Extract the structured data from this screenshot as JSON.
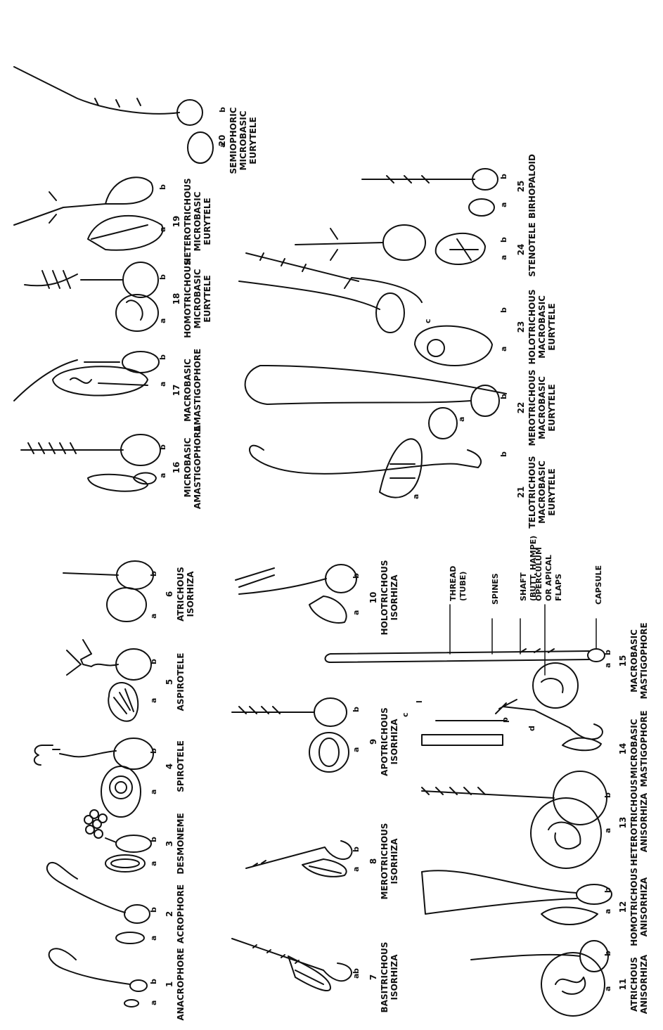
{
  "figure": {
    "labels": [
      {
        "id": "t1",
        "number": "1",
        "lines": [
          "ANACROPHORE"
        ]
      },
      {
        "id": "t2",
        "number": "2",
        "lines": [
          "ACROPHORE"
        ]
      },
      {
        "id": "t3",
        "number": "3",
        "lines": [
          "DESMONEME"
        ]
      },
      {
        "id": "t4",
        "number": "4",
        "lines": [
          "SPIROTELE"
        ]
      },
      {
        "id": "t5",
        "number": "5",
        "lines": [
          "ASPIROTELE"
        ]
      },
      {
        "id": "t6",
        "number": "6",
        "lines": [
          "ATRICHOUS",
          "ISORHIZA"
        ]
      },
      {
        "id": "t7",
        "number": "7",
        "lines": [
          "BASITRICHOUS",
          "ISORHIZA"
        ]
      },
      {
        "id": "t8",
        "number": "8",
        "lines": [
          "MEROTRICHOUS",
          "ISORHIZA"
        ]
      },
      {
        "id": "t9",
        "number": "9",
        "lines": [
          "APOTRICHOUS",
          "ISORHIZA"
        ]
      },
      {
        "id": "t10",
        "number": "10",
        "lines": [
          "HOLOTRICHOUS",
          "ISORHIZA"
        ]
      },
      {
        "id": "t11",
        "number": "11",
        "lines": [
          "ATRICHOUS",
          "ANISORHIZA"
        ]
      },
      {
        "id": "t12",
        "number": "12",
        "lines": [
          "HOMOTRICHOUS",
          "ANISORHIZA"
        ]
      },
      {
        "id": "t13",
        "number": "13",
        "lines": [
          "HETEROTRICHOUS",
          "ANISORHIZA"
        ]
      },
      {
        "id": "t14",
        "number": "14",
        "lines": [
          "MICROBASIC",
          "MASTIGOPHORE"
        ]
      },
      {
        "id": "t15",
        "number": "15",
        "lines": [
          "MACROBASIC",
          "MASTIGOPHORE"
        ]
      },
      {
        "id": "t16",
        "number": "16",
        "lines": [
          "MICROBASIC",
          "AMASTIGOPHORE"
        ]
      },
      {
        "id": "t17",
        "number": "17",
        "lines": [
          "MACROBASIC",
          "AMASTIGOPHORE"
        ]
      },
      {
        "id": "t18",
        "number": "18",
        "lines": [
          "HOMOTRICHOUS",
          "MICROBASIC",
          "EURYTELE"
        ]
      },
      {
        "id": "t19",
        "number": "19",
        "lines": [
          "HETEROTRICHOUS",
          "MICROBASIC",
          "EURYTELE"
        ]
      },
      {
        "id": "t20",
        "number": "20",
        "lines": [
          "SEMIOPHORIC",
          "MICROBASIC",
          "EURYTELE"
        ]
      },
      {
        "id": "t21",
        "number": "21",
        "lines": [
          "TELOTRICHOUS",
          "MACROBASIC",
          "EURYTELE"
        ]
      },
      {
        "id": "t22",
        "number": "22",
        "lines": [
          "MEROTRICHOUS",
          "MACROBASIC",
          "EURYTELE"
        ]
      },
      {
        "id": "t23",
        "number": "23",
        "lines": [
          "HOLOTRICHOUS",
          "MACROBASIC",
          "EURYTELE"
        ]
      },
      {
        "id": "t24",
        "number": "24",
        "lines": [
          "STENOTELE"
        ]
      },
      {
        "id": "t25",
        "number": "25",
        "lines": [
          "BIRHOPALOID"
        ]
      }
    ],
    "part_letters": {
      "a": "a",
      "b": "b",
      "c": "c",
      "d": "d",
      "p": "p",
      "l": "l"
    },
    "annotations": [
      "THREAD",
      "(TUBE)",
      "SPINES",
      "SHAFT",
      "(BUTT, HAMPE)",
      "OPERCULUM",
      "OR APICAL",
      "FLAPS",
      "CAPSULE"
    ],
    "ink_color": "#111111",
    "paper_color": "#ffffff"
  }
}
